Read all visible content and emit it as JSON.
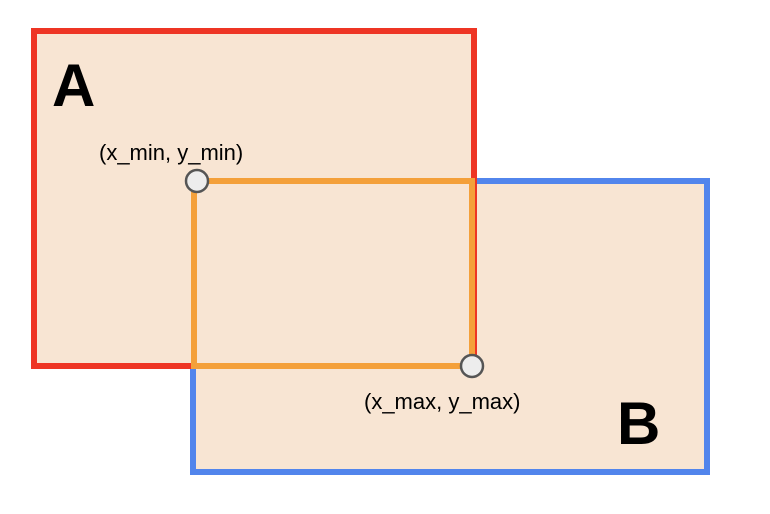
{
  "box_a": {
    "label": "A",
    "stroke": "#EE3524",
    "fill": "#F8E5D3"
  },
  "box_b": {
    "label": "B",
    "stroke": "#5285EC",
    "fill": "#F8E5D3"
  },
  "intersection": {
    "stroke": "#F4A03A"
  },
  "points": {
    "min_label": "(x_min, y_min)",
    "max_label": "(x_max, y_max)",
    "fill": "#EDEDED",
    "stroke": "#555555"
  }
}
